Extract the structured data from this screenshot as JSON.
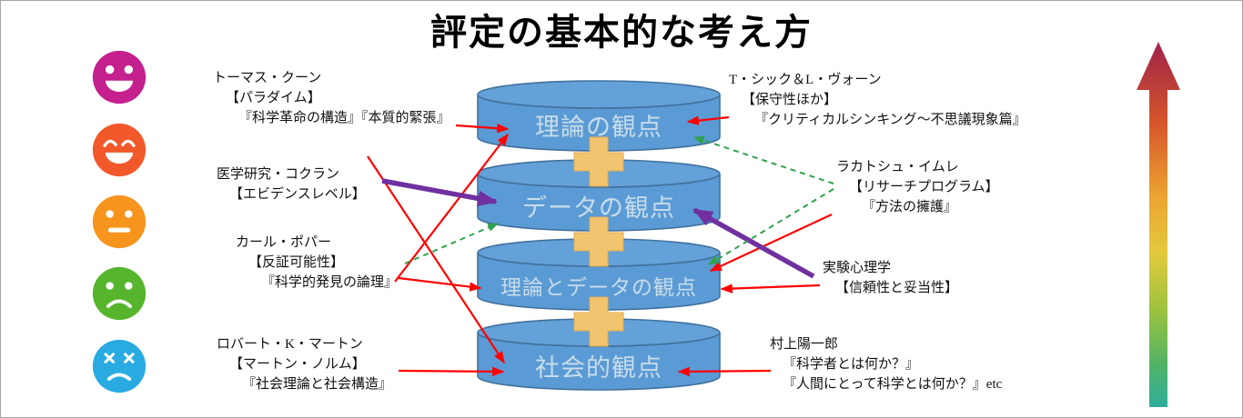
{
  "title": "評定の基本的な考え方",
  "rating_faces": [
    {
      "name": "very-good",
      "color": "#C4208E"
    },
    {
      "name": "good",
      "color": "#F1592A"
    },
    {
      "name": "neutral",
      "color": "#F7941D"
    },
    {
      "name": "bad",
      "color": "#56B52C"
    },
    {
      "name": "very-bad",
      "color": "#29ABE2"
    }
  ],
  "cylinders": [
    {
      "label": "理論の観点"
    },
    {
      "label": "データの観点"
    },
    {
      "label": "理論とデータの観点"
    },
    {
      "label": "社会的観点"
    }
  ],
  "annotations": [
    {
      "id": "kuhn",
      "lines": [
        "トーマス・クーン",
        "【パラダイム】",
        "『科学革命の構造』『本質的緊張』"
      ]
    },
    {
      "id": "cochrane",
      "lines": [
        "医学研究・コクラン",
        "【エビデンスレベル】"
      ]
    },
    {
      "id": "popper",
      "lines": [
        "カール・ポパー",
        "【反証可能性】",
        "『科学的発見の論理』"
      ]
    },
    {
      "id": "merton",
      "lines": [
        "ロバート・K・マートン",
        "【マートン・ノルム】",
        "『社会理論と社会構造』"
      ]
    },
    {
      "id": "schick-vaughn",
      "lines": [
        "T・シック＆L・ヴォーン",
        "【保守性ほか】",
        "『クリティカルシンキング～不思議現象篇』"
      ]
    },
    {
      "id": "lakatos",
      "lines": [
        "ラカトシュ・イムレ",
        "【リサーチプログラム】",
        "『方法の擁護』"
      ]
    },
    {
      "id": "experimental-psychology",
      "lines": [
        "実験心理学",
        "【信頼性と妥当性】"
      ]
    },
    {
      "id": "murakami",
      "lines": [
        "村上陽一郎",
        "『科学者とは何か？』",
        "『人間にとって科学とは何か？』etc"
      ]
    }
  ],
  "colors": {
    "arrow_red": "#FF0000",
    "arrow_purple": "#7030A0",
    "arrow_green_dashed": "#2FA24D",
    "cylinder_fill": "#5B9BD5",
    "cylinder_stroke": "#41719C",
    "cylinder_label": "#C8DCEA",
    "plus_fill": "#F2C46F",
    "scale_gradient_top": "#A12349",
    "scale_gradient_middle": "#E3C93C",
    "scale_gradient_bottom": "#2FAE9B"
  }
}
